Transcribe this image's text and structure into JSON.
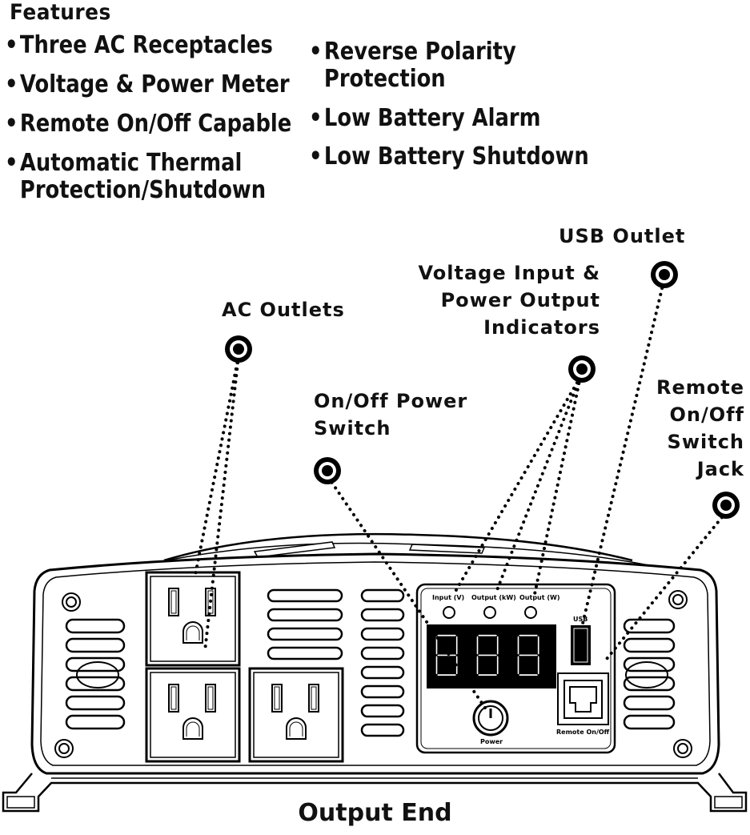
{
  "features": {
    "title": "Features",
    "left": [
      {
        "lines": [
          "Three AC Receptacles"
        ]
      },
      {
        "lines": [
          "Voltage & Power Meter"
        ]
      },
      {
        "lines": [
          "Remote On/Off Capable"
        ]
      },
      {
        "lines": [
          "Automatic Thermal",
          "Protection/Shutdown"
        ]
      }
    ],
    "right": [
      {
        "lines": [
          "Reverse Polarity",
          "Protection"
        ]
      },
      {
        "lines": [
          "Low Battery Alarm"
        ]
      },
      {
        "lines": [
          "Low Battery Shutdown"
        ]
      }
    ],
    "bullet": "•"
  },
  "callouts": {
    "ac_outlets": "AC Outlets",
    "power_switch": [
      "On/Off Power",
      "Switch"
    ],
    "indicators": [
      "Voltage Input &",
      "Power Output",
      "Indicators"
    ],
    "usb_outlet": "USB Outlet",
    "remote_jack": [
      "Remote",
      "On/Off",
      "Switch",
      "Jack"
    ]
  },
  "panel": {
    "indicator_input": "Input (V)",
    "indicator_output_kw": "Output (kW)",
    "indicator_output_w": "Output (W)",
    "display_value": "8.8.8",
    "power_label": "Power",
    "usb_label": "USB",
    "remote_label": "Remote On/Off"
  },
  "footer": "Output End",
  "colors": {
    "line": "#111111",
    "background": "#ffffff"
  }
}
